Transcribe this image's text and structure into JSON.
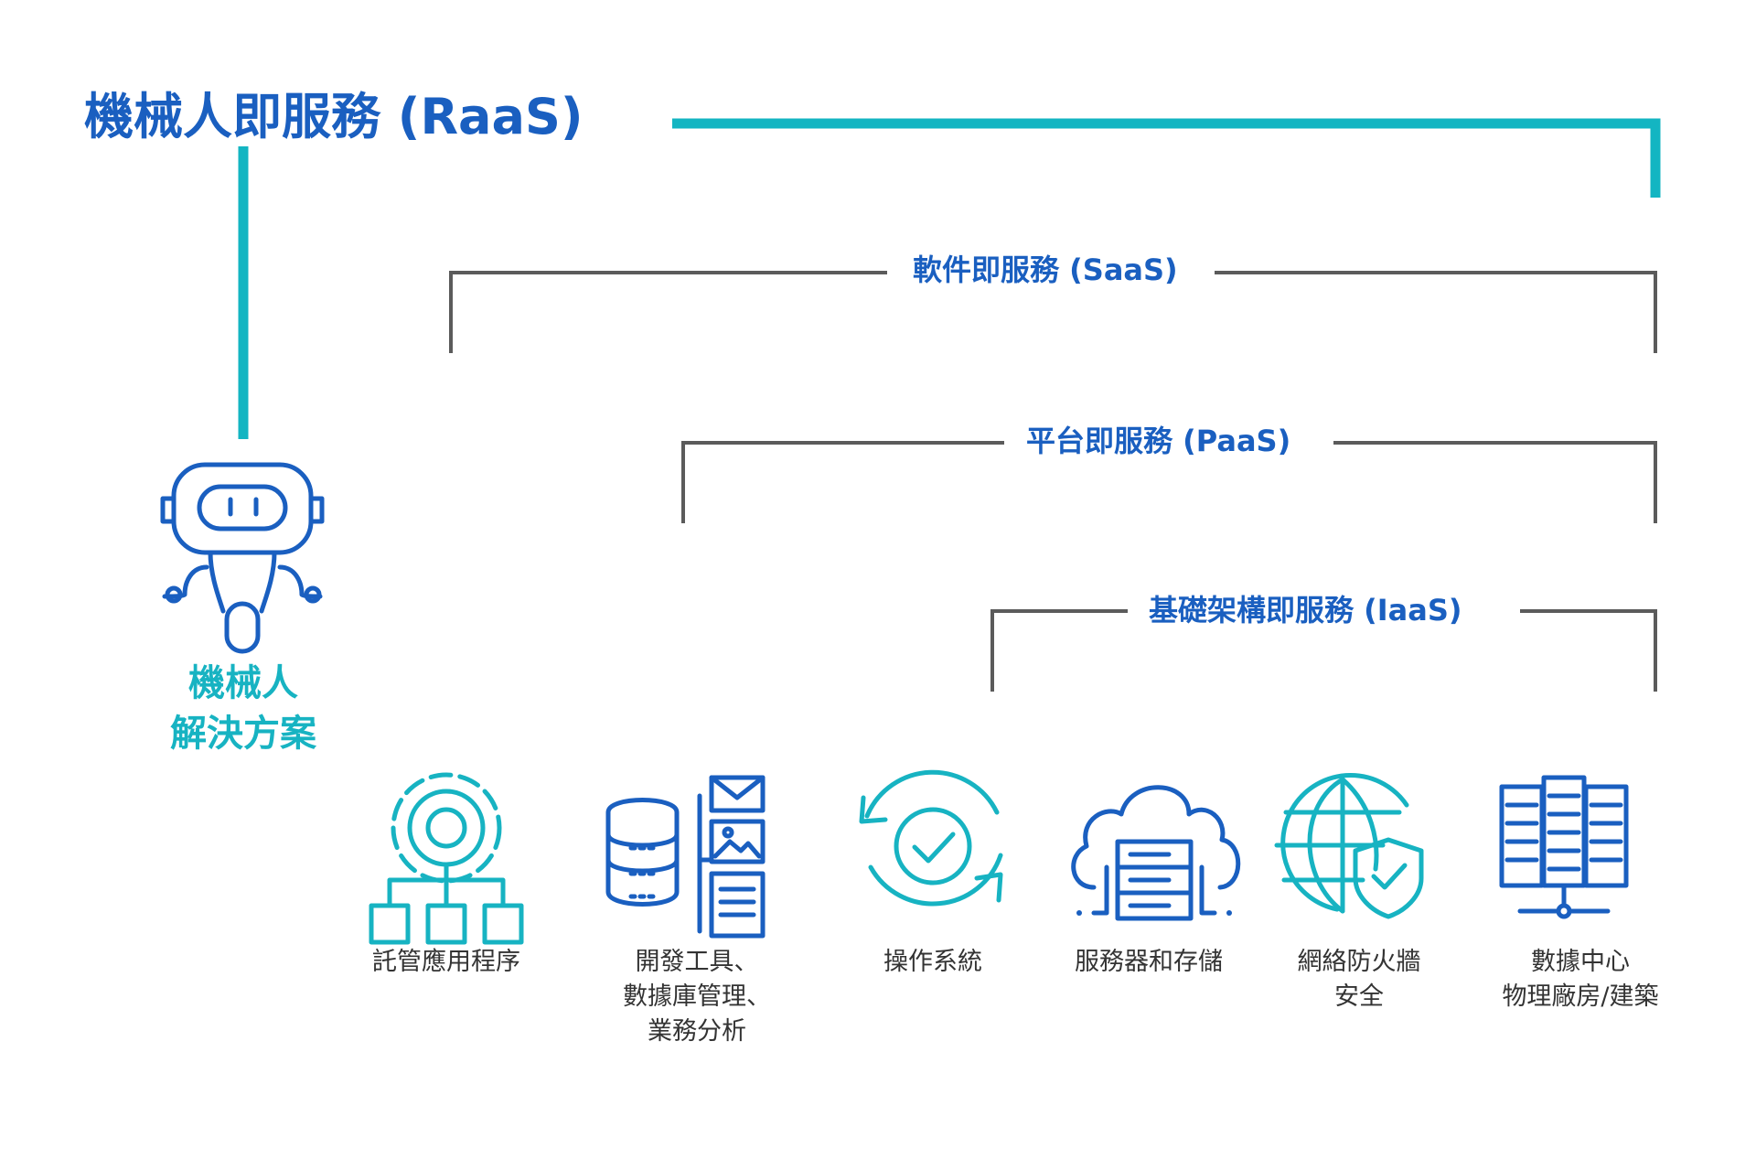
{
  "title": "機械人即服務 (RaaS)",
  "layers": {
    "saas": "軟件即服務 (SaaS)",
    "paas": "平台即服務 (PaaS)",
    "iaas": "基礎架構即服務 (IaaS)"
  },
  "robot": {
    "line1": "機械人",
    "line2": "解決方案"
  },
  "items": [
    {
      "icon": "gear-network-icon",
      "lines": [
        "託管應用程序"
      ]
    },
    {
      "icon": "database-documents-icon",
      "lines": [
        "開發工具、",
        "數據庫管理、",
        "業務分析"
      ]
    },
    {
      "icon": "refresh-check-icon",
      "lines": [
        "操作系統"
      ]
    },
    {
      "icon": "cloud-server-icon",
      "lines": [
        "服務器和存儲"
      ]
    },
    {
      "icon": "globe-shield-icon",
      "lines": [
        "網絡防火牆",
        "安全"
      ]
    },
    {
      "icon": "server-rack-icon",
      "lines": [
        "數據中心",
        "物理廠房/建築"
      ]
    }
  ],
  "colors": {
    "blue": "#1a5fc0",
    "teal": "#13b5c2",
    "gray": "#5b5b5b"
  }
}
